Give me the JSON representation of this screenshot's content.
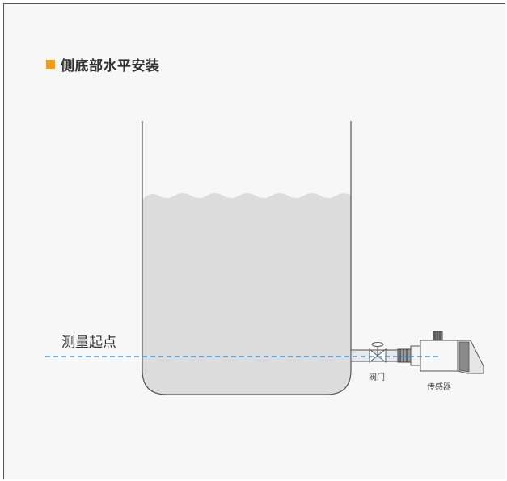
{
  "title": "侧底部水平安装",
  "labels": {
    "start_point": "测量起点",
    "valve": "阀门",
    "sensor": "传感器"
  },
  "colors": {
    "accent": "#f39a1f",
    "liquid": "#dcdcdc",
    "dashed_line": "#3f8ac9",
    "outline": "#555555"
  }
}
